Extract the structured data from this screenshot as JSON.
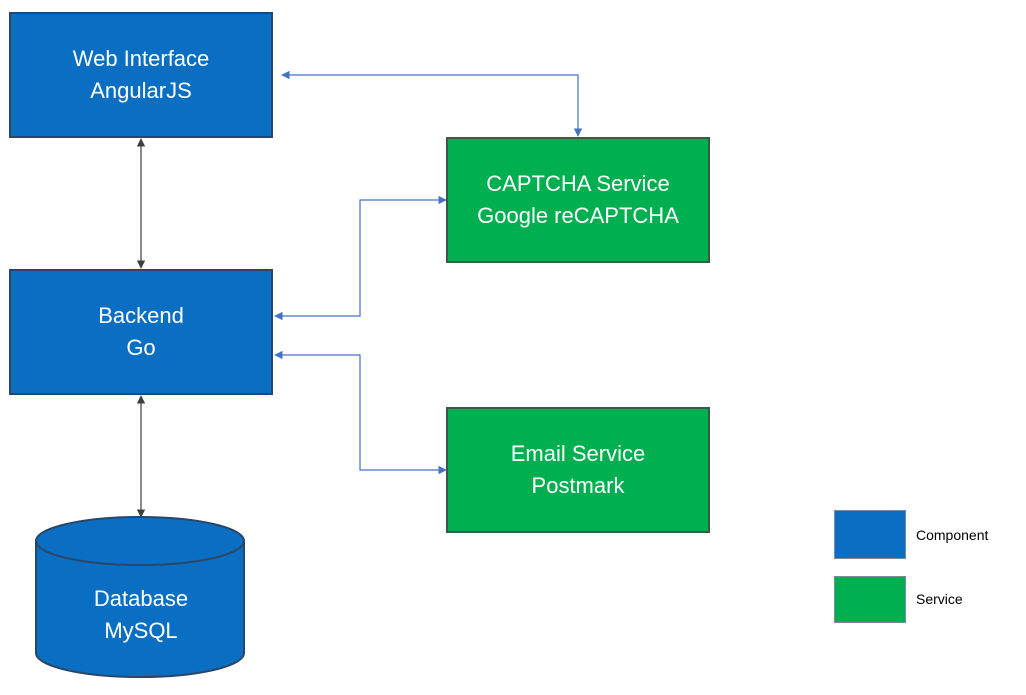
{
  "colors": {
    "component": "#0a6fc2",
    "service": "#00b050",
    "connector": "#4472c4",
    "connector_dark": "#404040"
  },
  "nodes": {
    "web": {
      "line1": "Web Interface",
      "line2": "AngularJS"
    },
    "backend": {
      "line1": "Backend",
      "line2": "Go"
    },
    "database": {
      "line1": "Database",
      "line2": "MySQL"
    },
    "captcha": {
      "line1": "CAPTCHA Service",
      "line2": "Google reCAPTCHA"
    },
    "email": {
      "line1": "Email Service",
      "line2": "Postmark"
    }
  },
  "legend": {
    "component": "Component",
    "service": "Service"
  }
}
